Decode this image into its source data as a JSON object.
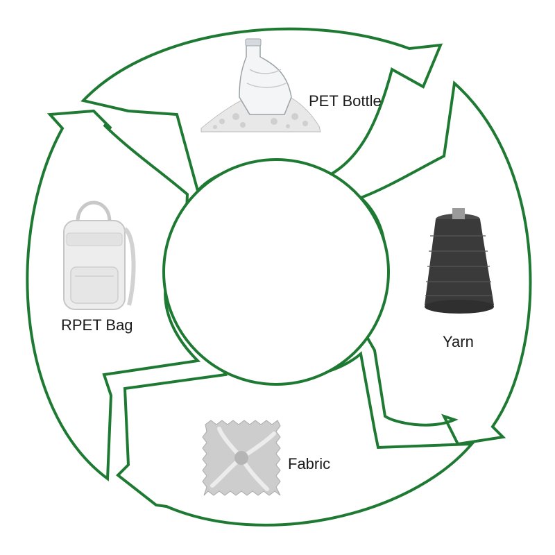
{
  "stages": [
    {
      "id": "pet-bottle",
      "label": "PET Bottle",
      "icon": "pet-bottle-icon"
    },
    {
      "id": "yarn",
      "label": "Yarn",
      "icon": "yarn-cone-icon"
    },
    {
      "id": "fabric",
      "label": "Fabric",
      "icon": "fabric-swatch-icon"
    },
    {
      "id": "rpet-bag",
      "label": "RPET Bag",
      "icon": "backpack-icon"
    }
  ],
  "colors": {
    "arrow_stroke": "#1e7a32",
    "label_text": "#1a1a1a",
    "yarn": "#3a3a3a",
    "image_gray": "#d9d9d9"
  }
}
